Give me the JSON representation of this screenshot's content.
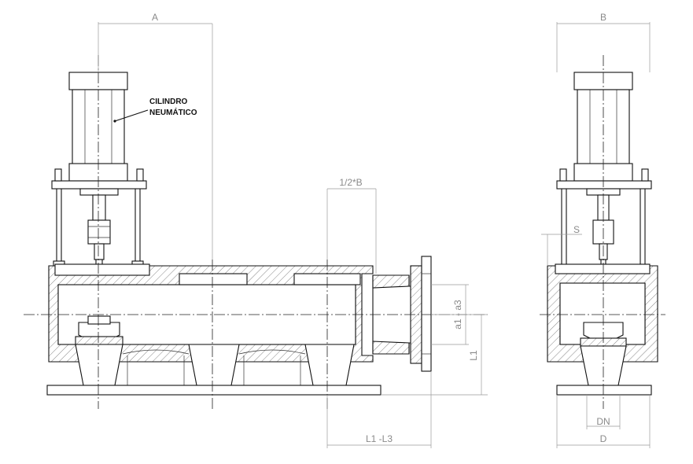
{
  "labels": {
    "dim_a": "A",
    "dim_b": "B",
    "dim_half_b": "1/2*B",
    "dim_a1_a3": "a1 - a3",
    "dim_l1": "L1",
    "dim_l1_l3": "L1 -L3",
    "dim_s": "S",
    "dim_dn": "DN",
    "dim_d": "D"
  },
  "callout": {
    "line1": "CILINDRO",
    "line2": "NEUMÁTICO"
  }
}
